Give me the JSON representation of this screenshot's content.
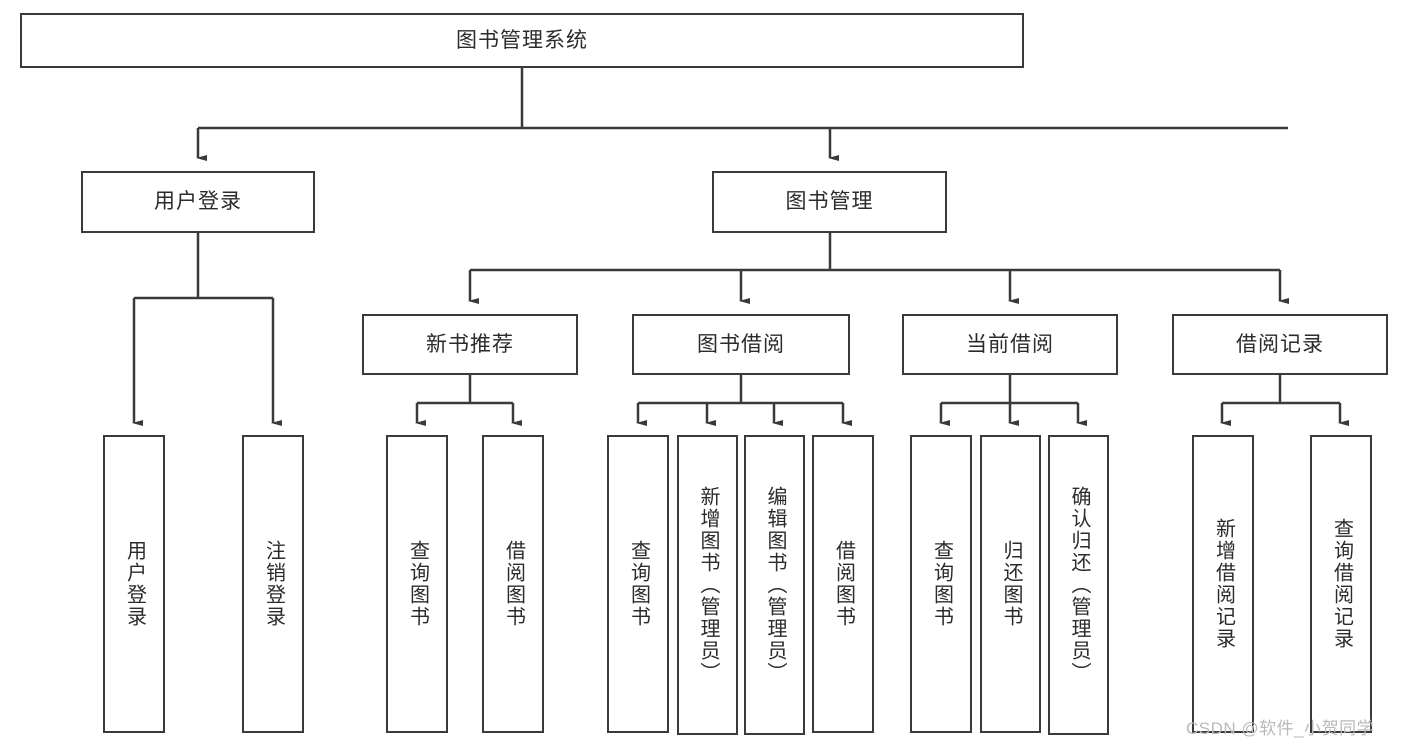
{
  "diagram": {
    "title": "图书管理系统",
    "watermark": "CSDN @软件_小贺同学",
    "line_color": "#3a3a3a",
    "box_fill": "#ffffff",
    "text_color": "#2b2b2b",
    "watermark_color": "#b9b9b9"
  },
  "nodes": {
    "root": {
      "label": "图书管理系统"
    },
    "level2": [
      {
        "label": "用户登录"
      },
      {
        "label": "图书管理"
      }
    ],
    "level3": [
      {
        "label": "新书推荐"
      },
      {
        "label": "图书借阅"
      },
      {
        "label": "当前借阅"
      },
      {
        "label": "借阅记录"
      }
    ],
    "leaves": {
      "user_login": [
        {
          "label": "用户登录"
        },
        {
          "label": "注销登录"
        }
      ],
      "new_book": [
        {
          "label": "查询图书"
        },
        {
          "label": "借阅图书"
        }
      ],
      "book_borrow": [
        {
          "label": "查询图书"
        },
        {
          "label": "新增图书（管理员）"
        },
        {
          "label": "编辑图书（管理员）"
        },
        {
          "label": "借阅图书"
        }
      ],
      "current_borrow": [
        {
          "label": "查询图书"
        },
        {
          "label": "归还图书"
        },
        {
          "label": "确认归还（管理员）"
        }
      ],
      "borrow_record": [
        {
          "label": "新增借阅记录"
        },
        {
          "label": "查询借阅记录"
        }
      ]
    }
  }
}
